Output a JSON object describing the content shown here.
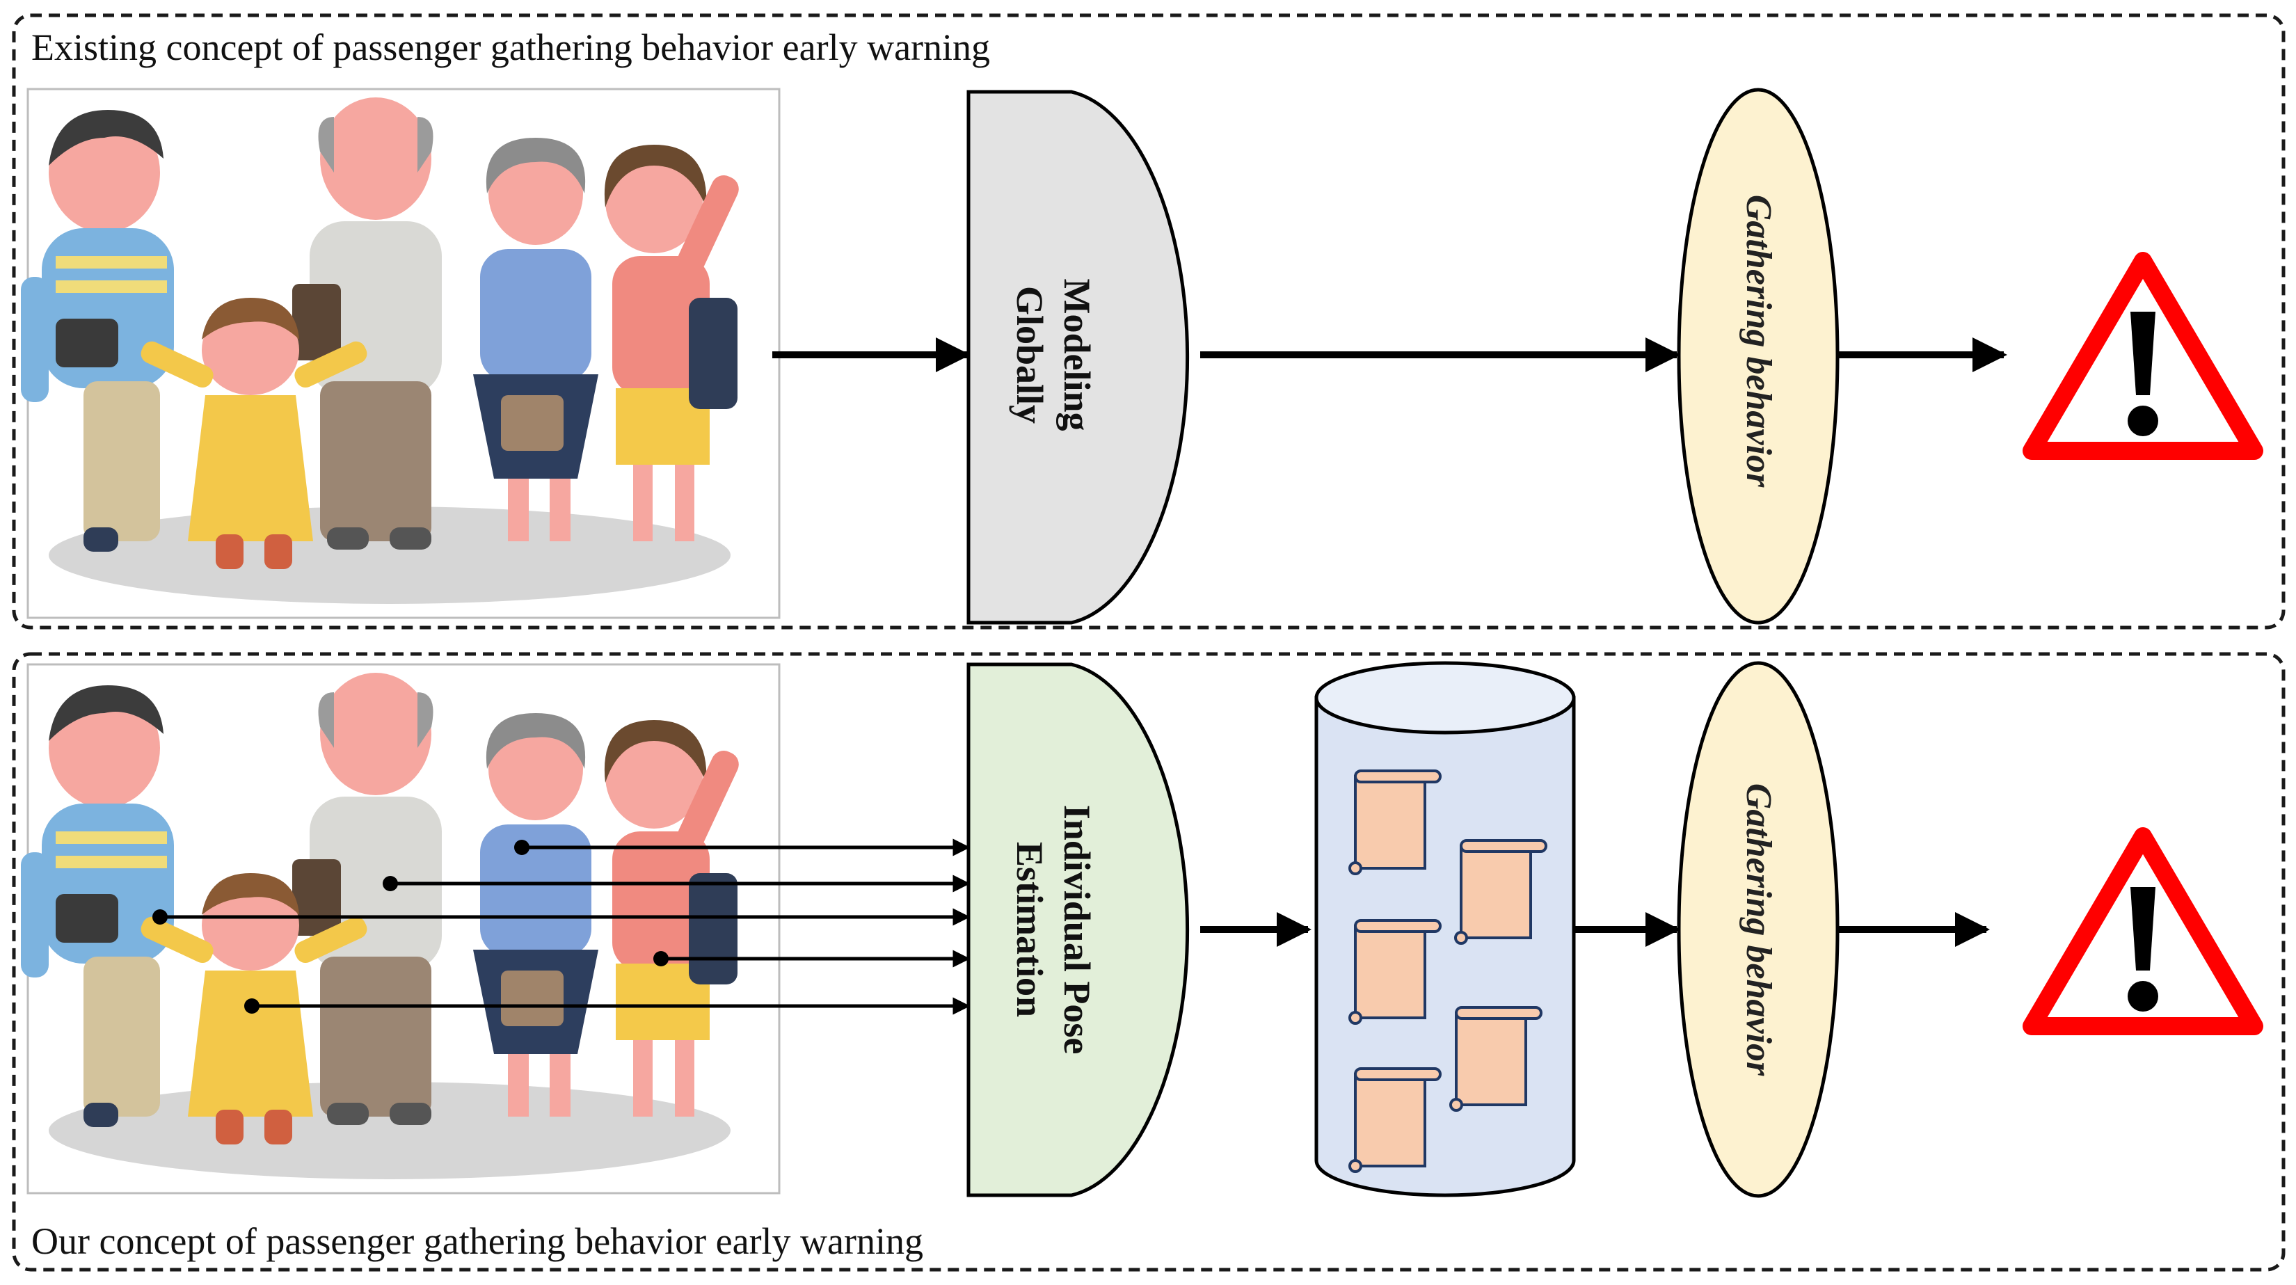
{
  "top_panel": {
    "title": "Existing concept of passenger gathering behavior early warning",
    "block_label_line1": "Modeling",
    "block_label_line2": "Globally",
    "oval_label": "Gathering behavior",
    "illustration": "family-group-illustration",
    "alert": "warning-triangle-icon"
  },
  "bottom_panel": {
    "title": "Our concept of passenger gathering behavior early warning",
    "block_label_line1": "Individual Pose",
    "block_label_line2": "Estimation",
    "oval_label": "Gathering behavior",
    "illustration": "family-group-illustration",
    "database": "database-cylinder-icon",
    "documents": "scroll-document-icon",
    "alert": "warning-triangle-icon"
  },
  "colors": {
    "global_block_fill": "#e3e3e3",
    "pose_block_fill": "#e2efd9",
    "oval_fill": "#fdf2d0",
    "database_fill": "#dae3f3",
    "scroll_fill": "#f8cbad",
    "scroll_stroke": "#203864",
    "warning_red": "#ff0000"
  }
}
